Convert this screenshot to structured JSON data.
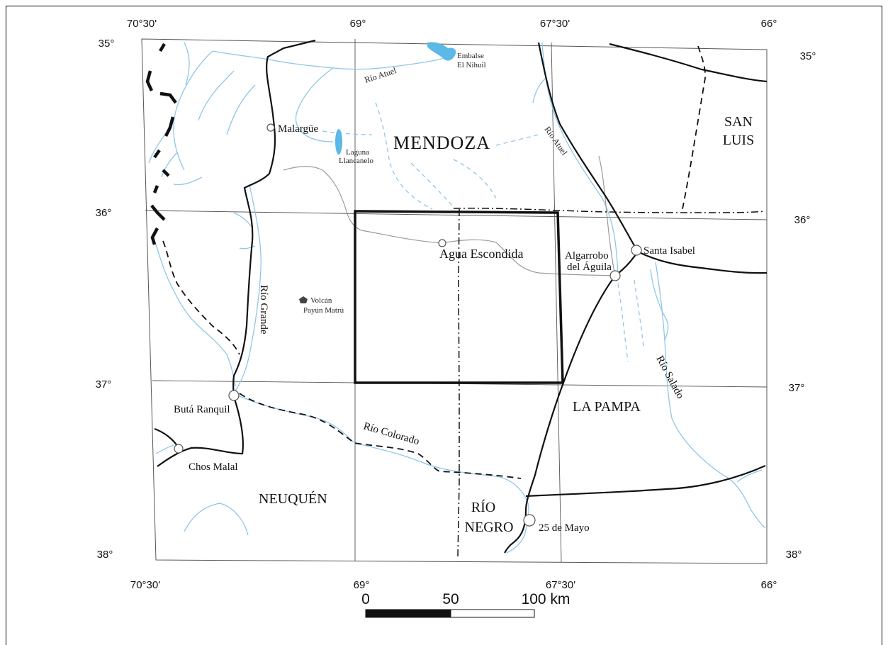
{
  "coords": {
    "top": [
      "70°30'",
      "69°",
      "67°30'",
      "66°"
    ],
    "bottom": [
      "70°30'",
      "69°",
      "67°30'",
      "66°"
    ],
    "left": [
      "35°",
      "36°",
      "37°",
      "38°"
    ],
    "right": [
      "35°",
      "36°",
      "37°",
      "38°"
    ]
  },
  "provinces": {
    "mendoza": "MENDOZA",
    "san_luis_1": "SAN",
    "san_luis_2": "LUIS",
    "la_pampa": "LA PAMPA",
    "neuquen": "NEUQUÉN",
    "rio_negro_1": "RÍO",
    "rio_negro_2": "NEGRO"
  },
  "places": {
    "malargue": "Malargüe",
    "agua_escondida": "Agua Escondida",
    "algarrobo_1": "Algarrobo",
    "algarrobo_2": "del Águila",
    "santa_isabel": "Santa Isabel",
    "buta_ranquil": "Butá  Ranquil",
    "chos_malal": "Chos Malal",
    "veinticinco": "25 de Mayo",
    "embalse_1": "Embalse",
    "embalse_2": "El Nihuil",
    "laguna_1": "Laguna",
    "laguna_2": "Llancanelo",
    "volcan_1": "Volcán",
    "volcan_2": "Payún Matrú"
  },
  "rivers": {
    "atuel_north": "Río Atuel",
    "atuel_east": "Río Atuel",
    "grande": "Río Grande",
    "colorado": "Río Colorado",
    "salado": "Río Salado"
  },
  "scale": {
    "labels": [
      "0",
      "50",
      "100 km"
    ]
  },
  "colors": {
    "water": "#5cb8e6",
    "river": "#8ec7e6",
    "border": "#111111"
  }
}
